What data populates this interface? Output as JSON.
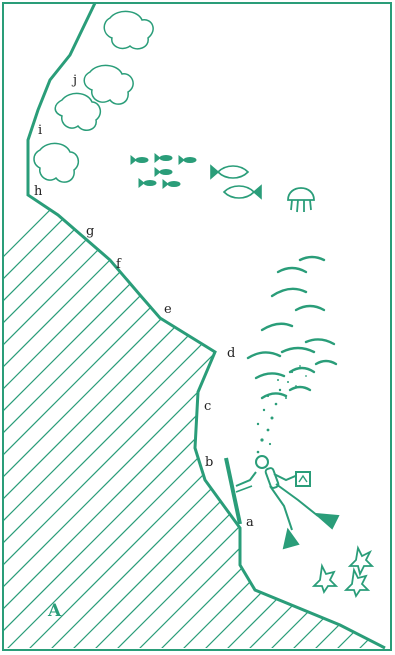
{
  "colors": {
    "line": "#2a9d79",
    "hatch": "#2a9d79",
    "text": "#222222",
    "background": "#ffffff"
  },
  "panel_label": "A",
  "points": [
    {
      "id": "a",
      "label": "a"
    },
    {
      "id": "b",
      "label": "b"
    },
    {
      "id": "c",
      "label": "c"
    },
    {
      "id": "d",
      "label": "d"
    },
    {
      "id": "e",
      "label": "e"
    },
    {
      "id": "f",
      "label": "f"
    },
    {
      "id": "g",
      "label": "g"
    },
    {
      "id": "h",
      "label": "h"
    },
    {
      "id": "i",
      "label": "i"
    },
    {
      "id": "j",
      "label": "j"
    }
  ],
  "icons": [
    "coral-icon",
    "fish-icon",
    "jellyfish-icon",
    "wave-icon",
    "bubble-icon",
    "diver-icon",
    "starfish-icon",
    "sampler-pole-icon"
  ]
}
